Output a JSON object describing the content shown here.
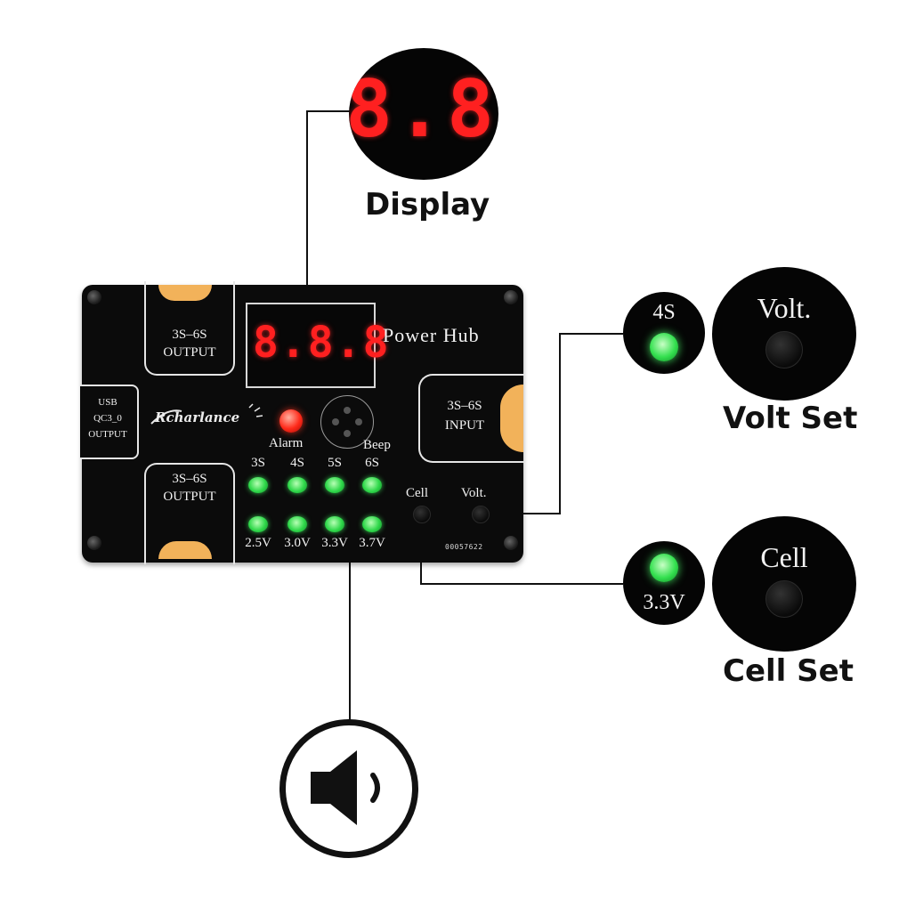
{
  "callouts": {
    "display": "Display",
    "volt_set": "Volt Set",
    "cell_set": "Cell Set"
  },
  "display_zoom": {
    "digits": "8.8.8"
  },
  "volt_zoom": {
    "led_label": "4S",
    "button_label": "Volt."
  },
  "cell_zoom": {
    "led_label": "3.3V",
    "button_label": "Cell"
  },
  "board": {
    "title": "Power Hub",
    "display_digits": "8.8.8",
    "brand": "Rcharlance",
    "output_top": {
      "line1": "3S–6S",
      "line2": "OUTPUT"
    },
    "output_bottom": {
      "line1": "3S–6S",
      "line2": "OUTPUT"
    },
    "input": {
      "line1": "3S–6S",
      "line2": "INPUT"
    },
    "usb": {
      "line1": "USB",
      "line2": "QC3_0",
      "line3": "OUTPUT"
    },
    "alarm_label": "Alarm",
    "beep_label": "Beep",
    "cell_button_label": "Cell",
    "volt_button_label": "Volt.",
    "cell_count_labels": [
      "3S",
      "4S",
      "5S",
      "6S"
    ],
    "voltage_labels": [
      "2.5V",
      "3.0V",
      "3.3V",
      "3.7V"
    ],
    "serial": "00057622"
  },
  "colors": {
    "board": "#0b0b0b",
    "segment_red": "#ff2020",
    "led_green": "#2fd84a",
    "port_orange": "#f2b25a"
  },
  "icons": {
    "speaker": "speaker-icon"
  }
}
